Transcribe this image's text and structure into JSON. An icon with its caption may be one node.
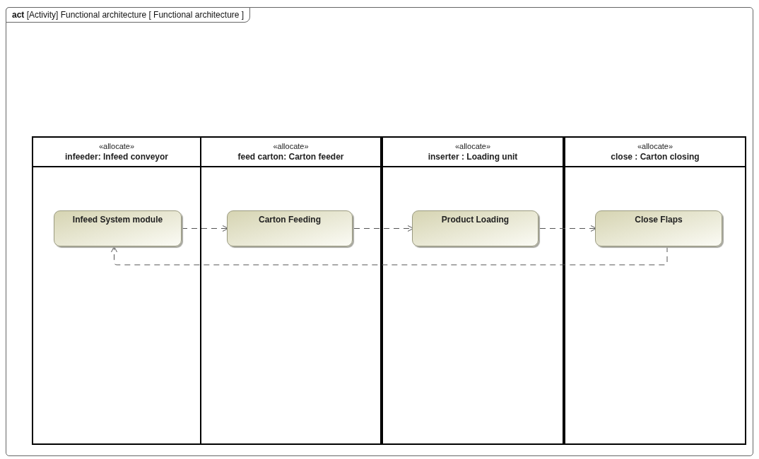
{
  "diagram": {
    "title": "**act** [Activity] Functional architecture [ Functional architecture ]",
    "nodes": [
      {
        "text": [
          "«allocate»",
          "infeeder: Infeed conveyor"
        ]
      },
      {
        "text": [
          "«allocate»",
          "feed carton: Carton feeder"
        ]
      },
      {
        "text": [
          "«allocate»",
          "inserter : Loading unit"
        ]
      },
      {
        "text": [
          "«allocate»",
          "close : Carton closing"
        ]
      },
      {
        "text": [
          "Infeed System module"
        ],
        "in": 0
      },
      {
        "text": [
          "Carton Feeding"
        ],
        "in": 1
      },
      {
        "text": [
          "Product Loading"
        ],
        "in": 2
      },
      {
        "text": [
          "Close Flaps"
        ],
        "in": 3
      }
    ],
    "edges": [
      {
        "from": 4,
        "to": 5,
        "arrow": "to",
        "style": "dashed"
      },
      {
        "from": 5,
        "to": 6,
        "arrow": "to",
        "style": "dashed"
      },
      {
        "from": 6,
        "to": 7,
        "arrow": "to",
        "style": "dashed"
      },
      {
        "from": 7,
        "to": 4,
        "arrow": "to",
        "style": "dashed"
      }
    ]
  }
}
